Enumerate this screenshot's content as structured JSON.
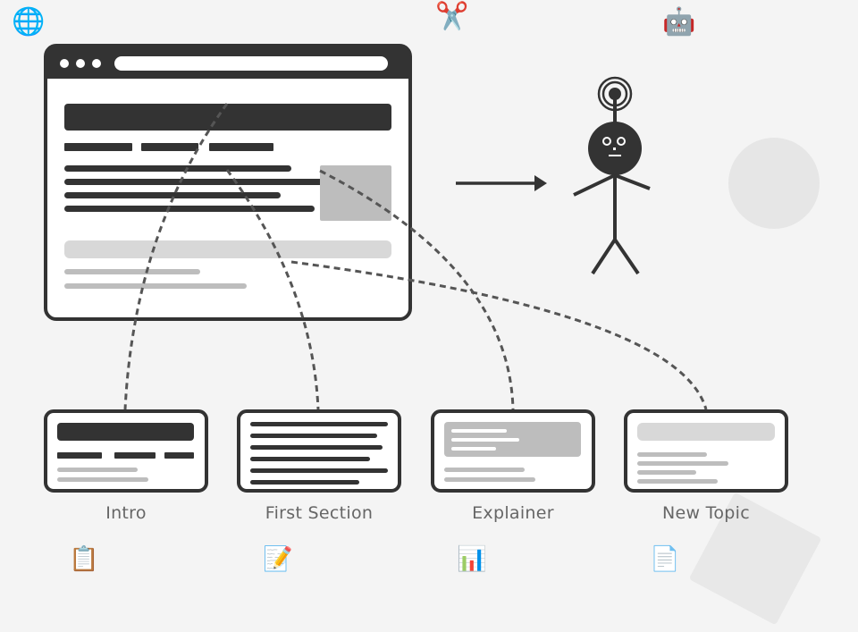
{
  "top_icons": {
    "globe": "🌐",
    "scissors": "✂️",
    "robot": "🤖"
  },
  "sections": [
    {
      "label": "Intro",
      "emoji": "📋"
    },
    {
      "label": "First Section",
      "emoji": "📝"
    },
    {
      "label": "Explainer",
      "emoji": "📊"
    },
    {
      "label": "New Topic",
      "emoji": "📄"
    }
  ],
  "colors": {
    "background": "#f4f4f4",
    "ink": "#333333",
    "mid_gray": "#bdbdbd",
    "light_gray": "#d8d8d8",
    "label": "#666666",
    "decor": "#e6e6e6"
  }
}
